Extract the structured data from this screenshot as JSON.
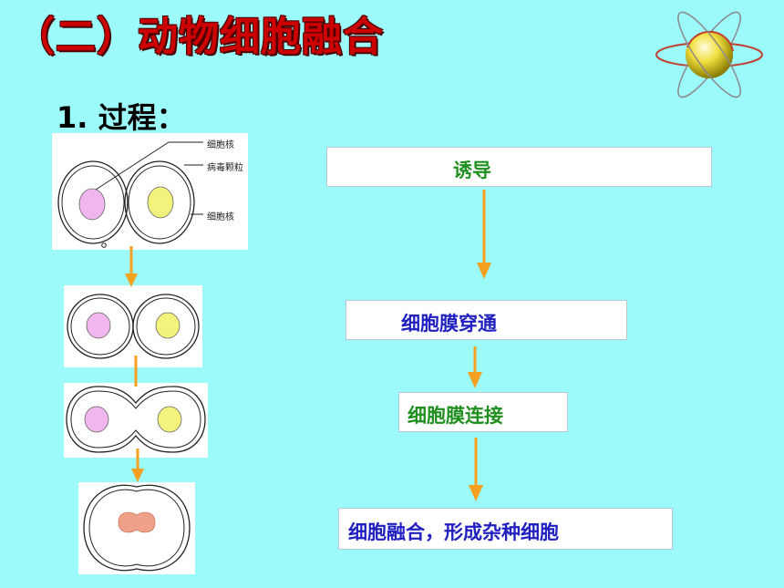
{
  "title": "（二）动物细胞融合",
  "subtitle": "1. 过程：",
  "labels": {
    "nucleus_top": "细胞核",
    "virus": "病毒颗粒",
    "nucleus_right": "细胞核"
  },
  "steps": [
    {
      "text": "诱导"
    },
    {
      "text": "细胞膜穿通"
    },
    {
      "text": "细胞膜连接"
    },
    {
      "text": "细胞融合，形成杂种细胞"
    }
  ],
  "colors": {
    "background": "#9dfafa",
    "arrow": "#f5a020",
    "title": "#cc0000",
    "green_text": "#1f8f1f",
    "blue_text": "#2020c0",
    "nucleus_pink": "#f0b6ee",
    "nucleus_yellow": "#f2f27c",
    "fused_nucleus": "#eea088"
  }
}
